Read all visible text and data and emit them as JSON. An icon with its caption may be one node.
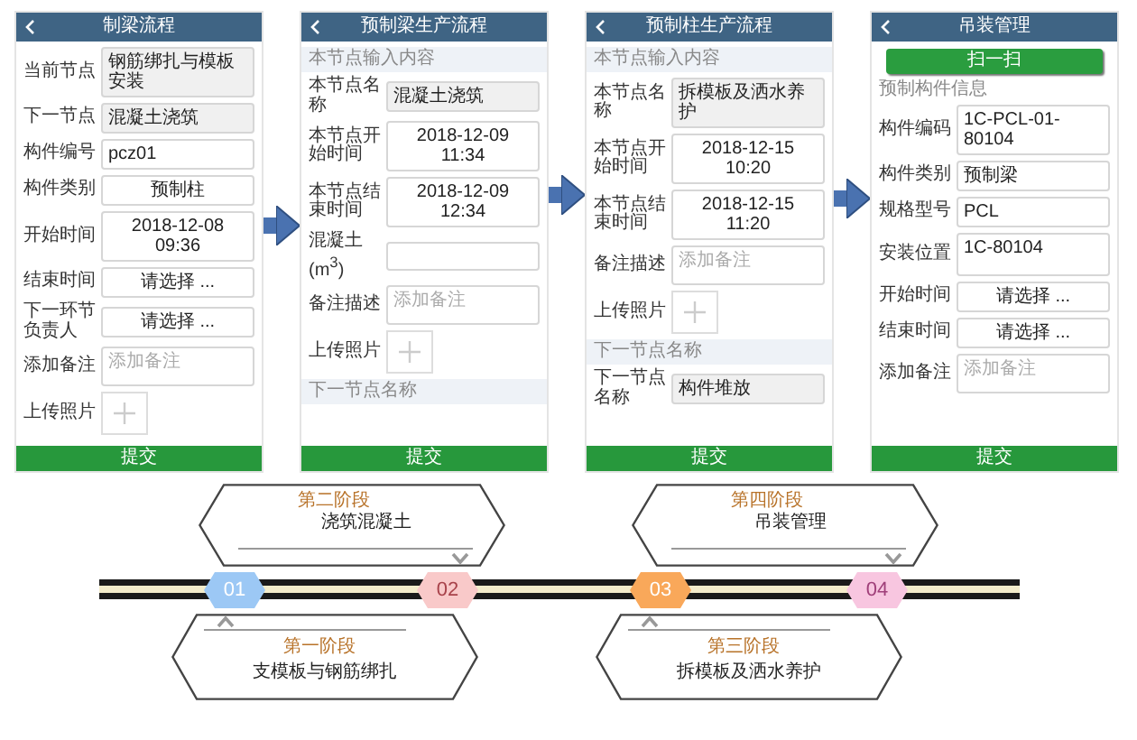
{
  "diagram": {
    "nodes": [
      {
        "text": [
          "制梁流程"
        ]
      },
      {
        "text": [
          "预制梁生产流程"
        ]
      },
      {
        "text": [
          "预制柱生产流程"
        ]
      },
      {
        "text": [
          "吊装管理"
        ]
      },
      {
        "text": [
          "第二阶段",
          "浇筑混凝土"
        ]
      },
      {
        "text": [
          "第四阶段",
          "吊装管理"
        ]
      },
      {
        "text": [
          "01"
        ]
      },
      {
        "text": [
          "02"
        ]
      },
      {
        "text": [
          "03"
        ]
      },
      {
        "text": [
          "04"
        ]
      },
      {
        "text": [
          "第一阶段",
          "支模板与钢筋绑扎"
        ]
      },
      {
        "text": [
          "第三阶段",
          "拆模板及洒水养护"
        ]
      }
    ],
    "edges": [
      {
        "from": 0,
        "to": 1,
        "arrow": "to"
      },
      {
        "from": 1,
        "to": 2,
        "arrow": "to"
      },
      {
        "from": 2,
        "to": 3,
        "arrow": "to"
      }
    ],
    "labels": [
      "当前节点",
      "钢筋绑扎与模板安装",
      "下一节点",
      "混凝土浇筑",
      "构件编号",
      "pcz01",
      "构件类别",
      "预制柱",
      "开始时间",
      "2018-12-08 09:36",
      "结束时间",
      "请选择 ...",
      "下一环节负责人",
      "请选择 ...",
      "添加备注",
      "添加备注",
      "上传照片",
      "提交",
      "本节点输入内容",
      "本节点名称",
      "混凝土浇筑",
      "本节点开始时间",
      "2018-12-09 11:34",
      "本节点结束时间",
      "2018-12-09 12:34",
      "混凝土(m$^{3}$)",
      "备注描述",
      "添加备注",
      "上传照片",
      "下一节点名称",
      "提交",
      "本节点输入内容",
      "本节点名称",
      "拆模板及洒水养护",
      "本节点开始时间",
      "2018-12-15 10:20",
      "本节点结束时间",
      "2018-12-15 11:20",
      "备注描述",
      "添加备注",
      "上传照片",
      "下一节点名称",
      "下一节点名称",
      "构件堆放",
      "提交",
      "扫一扫",
      "预制构件信息",
      "构件编码",
      "1C-PCL-01-80104",
      "构件类别",
      "预制梁",
      "规格型号",
      "PCL",
      "安装位置",
      "1C-80104",
      "开始时间",
      "请选择 ...",
      "结束时间",
      "请选择 ...",
      "添加备注",
      "添加备注",
      "提交"
    ]
  }
}
